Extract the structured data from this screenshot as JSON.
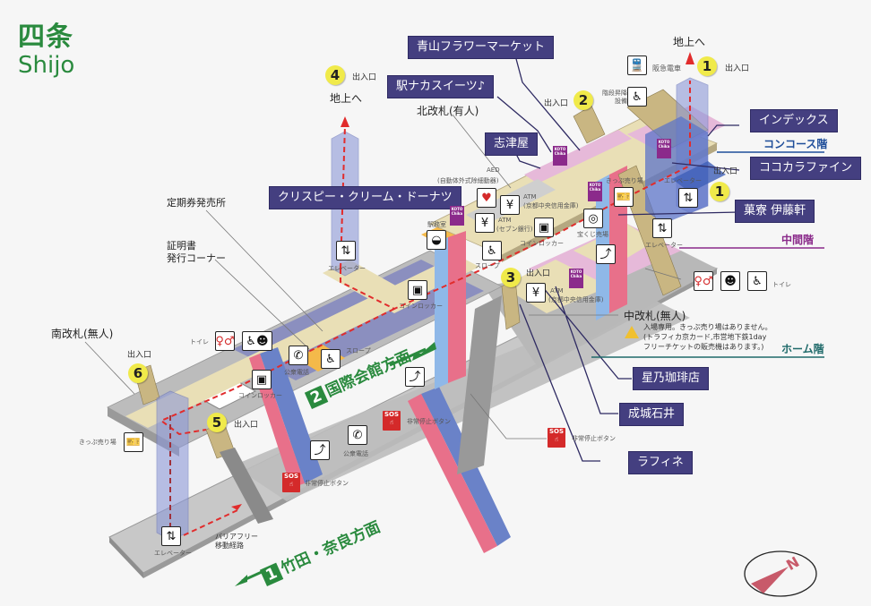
{
  "station": {
    "name_ja": "四条",
    "name_en": "Shijo"
  },
  "colors": {
    "brand_green": "#2a8a3e",
    "shop_label": "#443f80",
    "concourse_floor": "#1f4e9a",
    "mezzanine_floor": "#8a2a8a",
    "platform_floor": "#1f6a6a",
    "exit_badge": "#f0ea4a",
    "sos_red": "#d42a2a"
  },
  "floors": {
    "concourse": "コンコース階",
    "mezzanine": "中間階",
    "platform": "ホーム階"
  },
  "shops": [
    {
      "name": "青山フラワーマーケット"
    },
    {
      "name": "駅ナカスイーツ♪"
    },
    {
      "name": "志津屋"
    },
    {
      "name": "インデックス"
    },
    {
      "name": "ココカラファイン"
    },
    {
      "name": "菓寮 伊藤軒"
    },
    {
      "name": "クリスピー・クリーム・ドーナツ"
    },
    {
      "name": "星乃珈琲店"
    },
    {
      "name": "成城石井"
    },
    {
      "name": "ラフィネ"
    }
  ],
  "exits": [
    {
      "number": "1",
      "label": "出入口",
      "note": "地上へ"
    },
    {
      "number": "1",
      "label": "出入口"
    },
    {
      "number": "2",
      "label": "出入口"
    },
    {
      "number": "3",
      "label": "出入口"
    },
    {
      "number": "4",
      "label": "出入口",
      "note": "地上へ"
    },
    {
      "number": "5",
      "label": "出入口"
    },
    {
      "number": "6",
      "label": "出入口"
    }
  ],
  "gates": {
    "north": "北改札(有人)",
    "middle": "中改札(無人)",
    "south": "南改札(無人)"
  },
  "middle_gate_note": [
    "入場専用。きっぷ売り場はありません。",
    "(トラフィカ京カード,市営地下鉄1day",
    "フリーチケットの販売機はあります。)"
  ],
  "facilities": {
    "hankyu": "阪急電車",
    "stair_lift": [
      "階段昇降",
      "設備"
    ],
    "aed": "AED",
    "aed_sub": "(自動体外式除細動器)",
    "atm_kyoto_chuo": "ATM",
    "atm_kyoto_chuo_sub": "(京都中央信用金庫)",
    "atm_seven": "ATM",
    "atm_seven_sub": "(セブン銀行)",
    "station_office": "駅務室",
    "coin_locker": "コインロッカー",
    "slope": "スロープ",
    "ticket_booth": "きっぷ売り場",
    "lottery": "宝くじ売場",
    "elevator": "エレベーター",
    "toilet": "トイレ",
    "pass_office": "定期券発売所",
    "certificate": [
      "証明書",
      "発行コーナー"
    ],
    "public_phone": "公衆電話",
    "emergency_stop": "非常停止ボタン",
    "barrier_free": [
      "バリアフリー",
      "移動経路"
    ]
  },
  "directions": {
    "kokusai": {
      "line": "2",
      "label": "国際会館方面"
    },
    "takeda": {
      "line": "1",
      "label": "竹田・奈良方面"
    }
  },
  "compass": {
    "label": "N"
  }
}
